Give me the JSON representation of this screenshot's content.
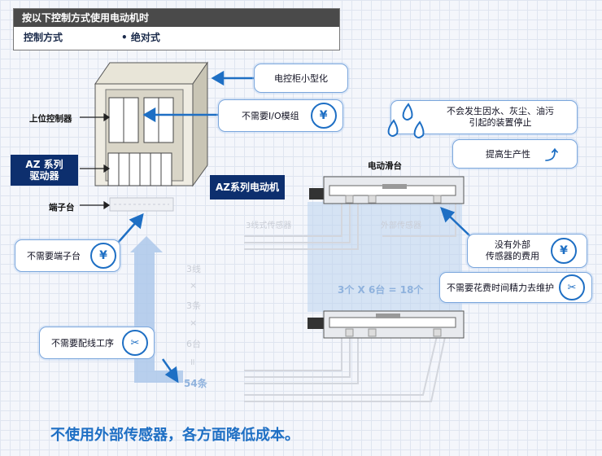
{
  "header": {
    "title": "按以下控制方式使用电动机时",
    "row_label": "控制方式",
    "row_value": "• 绝对式"
  },
  "labels": {
    "host_controller": "上位控制器",
    "az_driver_line1": "AZ 系列",
    "az_driver_line2": "驱动器",
    "terminal_block": "端子台",
    "slider": "电动滑台",
    "az_motor": "AZ系列电动机",
    "three_wire_sensor": "3线式传感器",
    "external_sensor": "外部传感器",
    "calc_count": "3个 X 6台 = 18个",
    "calc_wires": "3线",
    "calc_x1": "×",
    "calc_pcs": "3条",
    "calc_x2": "×",
    "calc_units": "6台",
    "calc_eq": "॥",
    "calc_total": "54条"
  },
  "callouts": {
    "cabinet_small": "电控柜小型化",
    "no_io_module": "不需要I/O模组",
    "no_terminal": "不需要端子台",
    "no_wiring": "不需要配线工序",
    "no_failure_line1": "不会发生因水、灰尘、油污",
    "no_failure_line2": "引起的装置停止",
    "productivity": "提高生产性",
    "no_sensor_cost_line1": "没有外部",
    "no_sensor_cost_line2": "传感器的费用",
    "no_maintenance": "不需要花费时间精力去维护"
  },
  "icons": {
    "yen": "¥"
  },
  "footer": "不使用外部传感器，各方面降低成本。",
  "colors": {
    "accent": "#1e6fc4",
    "navy": "#0d2f6e"
  }
}
